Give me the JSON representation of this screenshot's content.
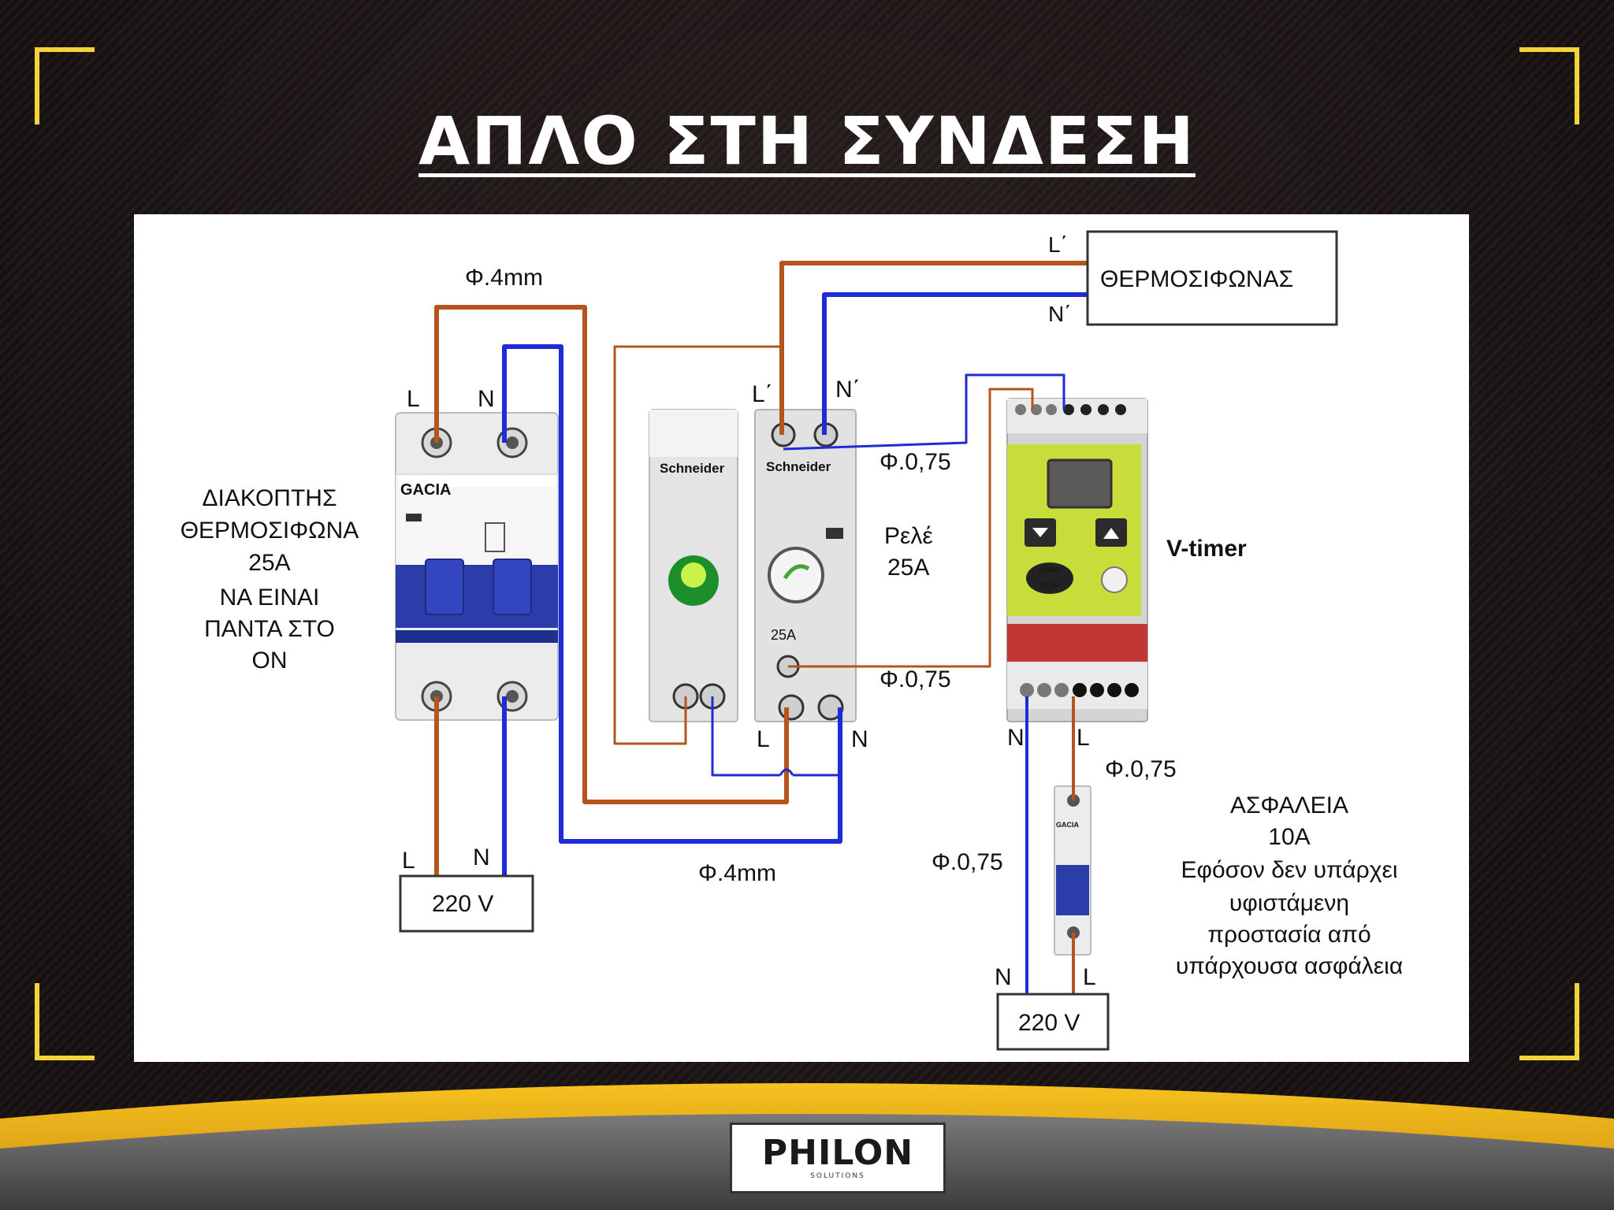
{
  "title": "ΑΠΛΟ ΣΤΗ ΣΥΝΔΕΣΗ",
  "colors": {
    "accent_yellow": "#f2d43a",
    "wire_phase": "#b5541c",
    "wire_neutral": "#1f2bd6",
    "wire_control": "#b5541c",
    "background": "#1b1413",
    "timer_body": "#c8dd3a"
  },
  "diagram": {
    "thermosiphon_label": "ΘΕΡΜΟΣΙΦΩΝΑΣ",
    "l_prime": "L΄",
    "n_prime": "N΄",
    "wire_top": "Φ.4mm",
    "wire_bottom": "Φ.4mm",
    "breaker_l": "L",
    "breaker_n": "N",
    "switch_label": [
      "ΔΙΑΚΟΠΤΗΣ",
      "ΘΕΡΜΟΣΙΦΩΝΑ",
      "25A",
      "ΝΑ ΕΙΝΑΙ",
      "ΠΑΝΤΑ ΣΤΟ",
      "ON"
    ],
    "breaker_brand": "GACIA",
    "relay_top_l": "L΄",
    "relay_top_n": "N΄",
    "relay_brand": "Schneider",
    "relay_rating": "25A",
    "relay_label": [
      "Ρελέ",
      "25A"
    ],
    "control_wire_1": "Φ.0,75",
    "control_wire_2": "Φ.0,75",
    "relay_bottom_l": "L",
    "relay_bottom_n": "N",
    "timer_label": "V-timer",
    "timer_start": "START",
    "timer_stop": "STOP",
    "timer_n": "N",
    "timer_l": "L",
    "fuse_wire_1": "Φ.0,75",
    "fuse_wire_2": "Φ.0,75",
    "fuse_label": [
      "ΑΣΦΑΛΕΙΑ",
      "10A",
      "Εφόσον δεν υπάρχει",
      "υφιστάμενη",
      "προστασία από",
      "υπάρχουσα ασφάλεια"
    ],
    "supply_left_l": "L",
    "supply_left_n": "N",
    "supply_left": "220 V",
    "supply_right_n": "N",
    "supply_right_l": "L",
    "supply_right": "220 V"
  },
  "footer": {
    "logo": "PHILON",
    "logo_sub": "SOLUTIONS"
  }
}
